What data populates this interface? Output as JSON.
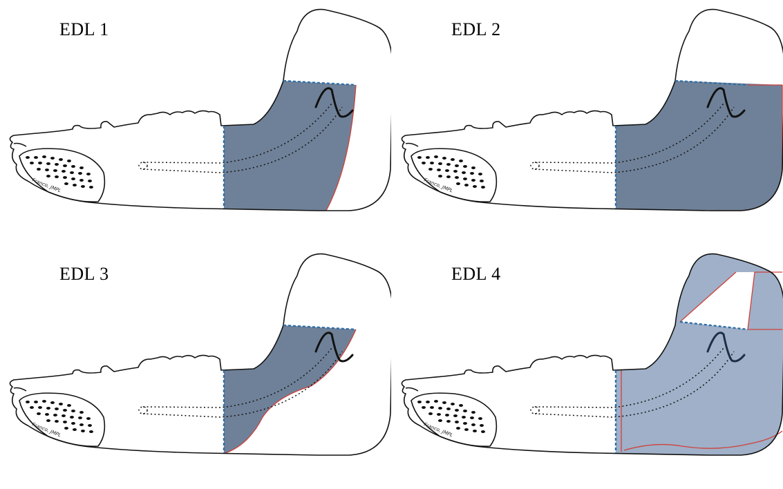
{
  "panels": [
    {
      "id": "p1",
      "label": "EDL 1",
      "fill": "#6f8198",
      "variant": "edl1"
    },
    {
      "id": "p2",
      "label": "EDL 2",
      "fill": "#6f8198",
      "variant": "edl2"
    },
    {
      "id": "p3",
      "label": "EDL 3",
      "fill": "#6f8198",
      "variant": "edl3"
    },
    {
      "id": "p4",
      "label": "EDL 4",
      "fill": "#9fb0c8",
      "variant": "edl4"
    }
  ],
  "credit": "Franco, JMPL",
  "colors": {
    "outline": "#111111",
    "cut_line": "#2f6ea6",
    "resection_margin": "#d0403a"
  }
}
